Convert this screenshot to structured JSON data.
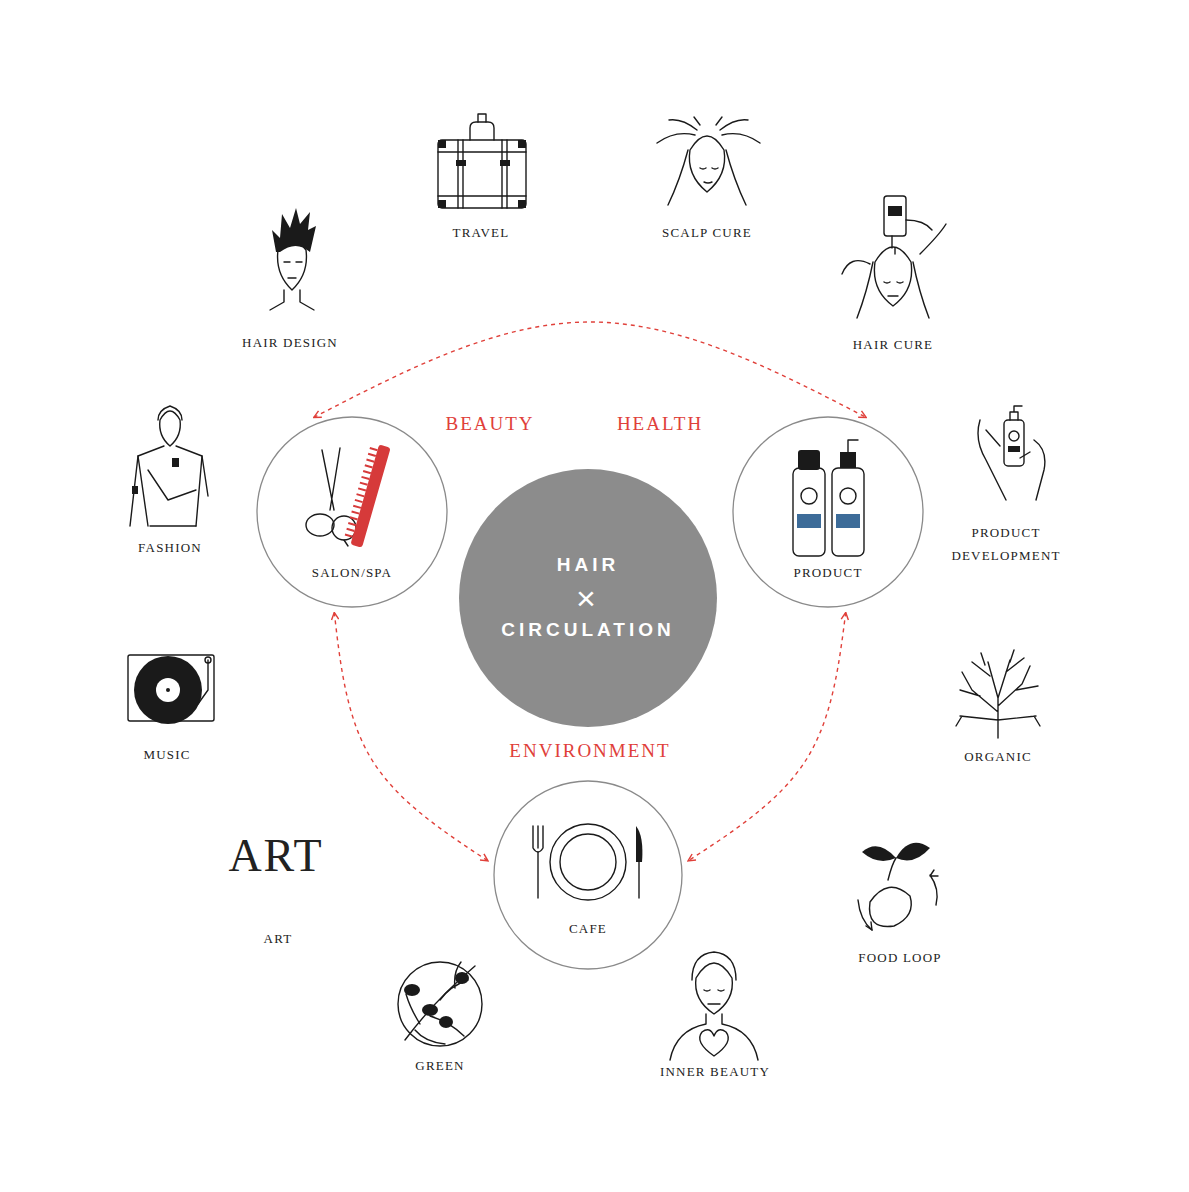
{
  "diagram": {
    "nodes": [
      {
        "text": [
          "HAIR",
          "×",
          "CIRCULATION"
        ]
      },
      {
        "text": [
          "SALON/SPA"
        ]
      },
      {
        "text": [
          "PRODUCT"
        ]
      },
      {
        "text": [
          "CAFE"
        ]
      }
    ],
    "edges": [
      {
        "from": 1,
        "to": 2,
        "arrow": "both"
      },
      {
        "from": 1,
        "to": 3,
        "arrow": "both"
      },
      {
        "from": 2,
        "to": 3,
        "arrow": "both"
      }
    ],
    "labels": [
      "TRAVEL",
      "SCALP CURE",
      "HAIR DESIGN",
      "HAIR CURE",
      "BEAUTY",
      "HEALTH",
      "FASHION",
      "PRODUCT DEVELOPMENT",
      "MUSIC",
      "ENVIRONMENT",
      "ORGANIC",
      "ART",
      "ART",
      "FOOD LOOP",
      "GREEN",
      "INNER BEAUTY"
    ]
  }
}
